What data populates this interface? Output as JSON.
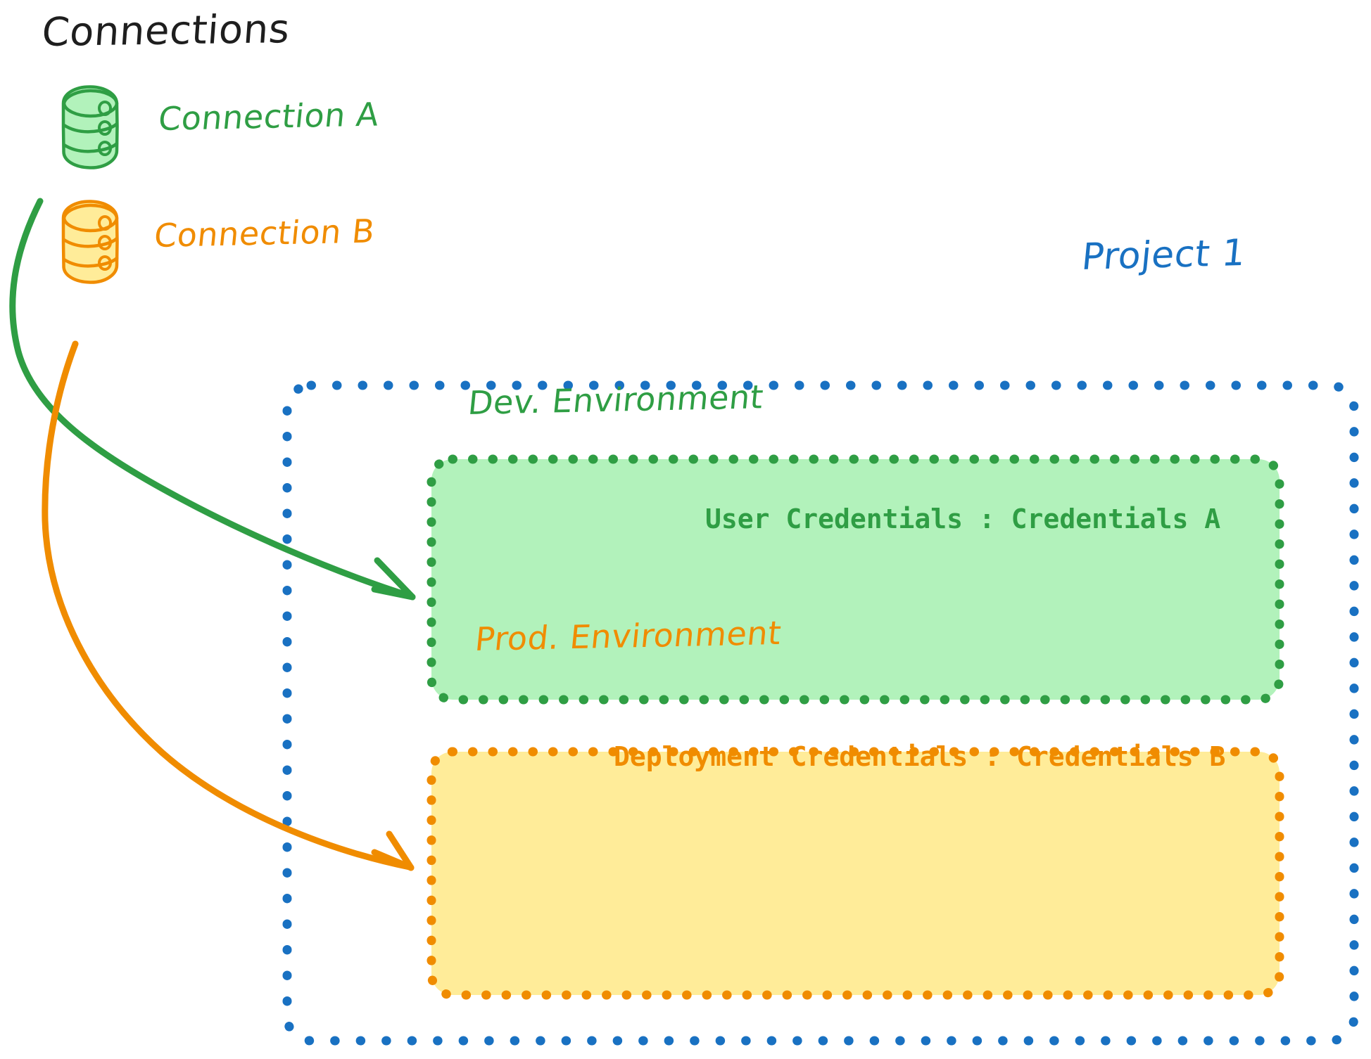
{
  "diagram": {
    "title": "Connections",
    "background_color": "#ffffff"
  },
  "connections": {
    "heading": "Connections",
    "items": [
      {
        "id": "connection-a",
        "label": "Connection A",
        "icon": "database-cylinder-icon",
        "color": "#2f9e44",
        "fill": "#b2f2bb"
      },
      {
        "id": "connection-b",
        "label": "Connection B",
        "icon": "database-cylinder-icon",
        "color": "#f08c00",
        "fill": "#ffec99"
      }
    ]
  },
  "project": {
    "label": "Project 1",
    "border_color": "#1971c2",
    "border_style": "dotted",
    "environments": [
      {
        "id": "dev-environment",
        "title": "Dev. Environment",
        "credentials_label": "User Credentials",
        "credentials_separator": ":",
        "credentials_value": "Credentials A",
        "credentials_text": "User Credentials : Credentials A",
        "border_color": "#2f9e44",
        "fill_color": "#b2f2bb",
        "border_style": "dotted"
      },
      {
        "id": "prod-environment",
        "title": "Prod. Environment",
        "credentials_label": "Deployment Credentials",
        "credentials_separator": ":",
        "credentials_value": "Credentials B",
        "credentials_text": "Deployment Credentials : Credentials B",
        "border_color": "#f08c00",
        "fill_color": "#ffec99",
        "border_style": "dotted"
      }
    ]
  },
  "arrows": [
    {
      "id": "arrow-connection-a-to-dev",
      "from": "connection-a",
      "to": "dev-environment",
      "color": "#2f9e44"
    },
    {
      "id": "arrow-connection-b-to-prod",
      "from": "connection-b",
      "to": "prod-environment",
      "color": "#f08c00"
    }
  ],
  "colors": {
    "green_stroke": "#2f9e44",
    "green_fill": "#b2f2bb",
    "orange_stroke": "#f08c00",
    "orange_fill": "#ffec99",
    "blue_stroke": "#1971c2",
    "text_black": "#1e1e1e"
  }
}
